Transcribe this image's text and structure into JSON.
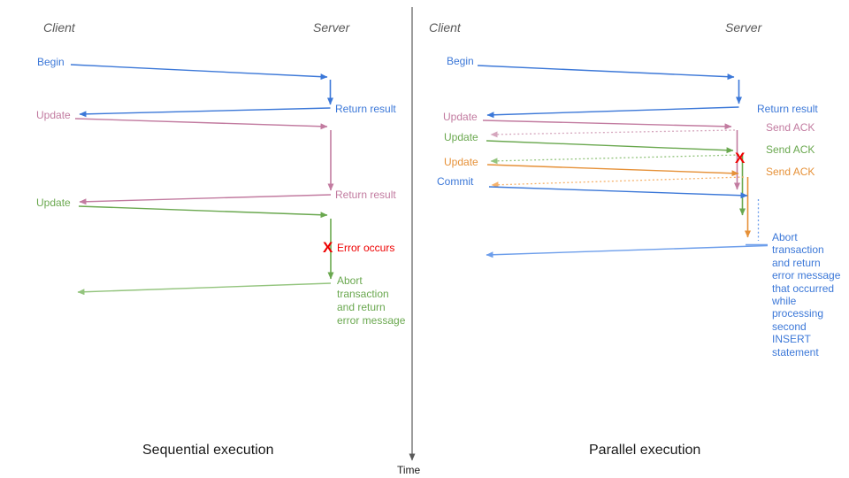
{
  "colors": {
    "blue": "#3c78d8",
    "bluelight": "#6d9eeb",
    "pink": "#c27ba0",
    "pinklight": "#d5a6bd",
    "green": "#6aa84f",
    "greenlight": "#93c47d",
    "orange": "#e69138",
    "orangelight": "#f6b26b",
    "red": "#ee0000",
    "gray": "#595959"
  },
  "timeline": {
    "label": "Time"
  },
  "left": {
    "caption": "Sequential execution",
    "client_header": "Client",
    "server_header": "Server",
    "labels": {
      "begin": "Begin",
      "return_result_1": "Return result",
      "update_1": "Update",
      "return_result_2": "Return result",
      "update_2": "Update",
      "error_mark": "X",
      "error_label": "Error occurs",
      "abort_note": "Abort\ntransaction\nand return\nerror message"
    }
  },
  "right": {
    "caption": "Parallel execution",
    "client_header": "Client",
    "server_header": "Server",
    "labels": {
      "begin": "Begin",
      "return_result": "Return result",
      "update_1": "Update",
      "send_ack_1": "Send ACK",
      "update_2": "Update",
      "send_ack_2": "Send ACK",
      "update_3": "Update",
      "send_ack_3": "Send ACK",
      "commit": "Commit",
      "error_mark": "X",
      "abort_note": "Abort\ntransaction\nand return\nerror message\nthat occurred\nwhile\nprocessing\nsecond\nINSERT\nstatement"
    }
  }
}
